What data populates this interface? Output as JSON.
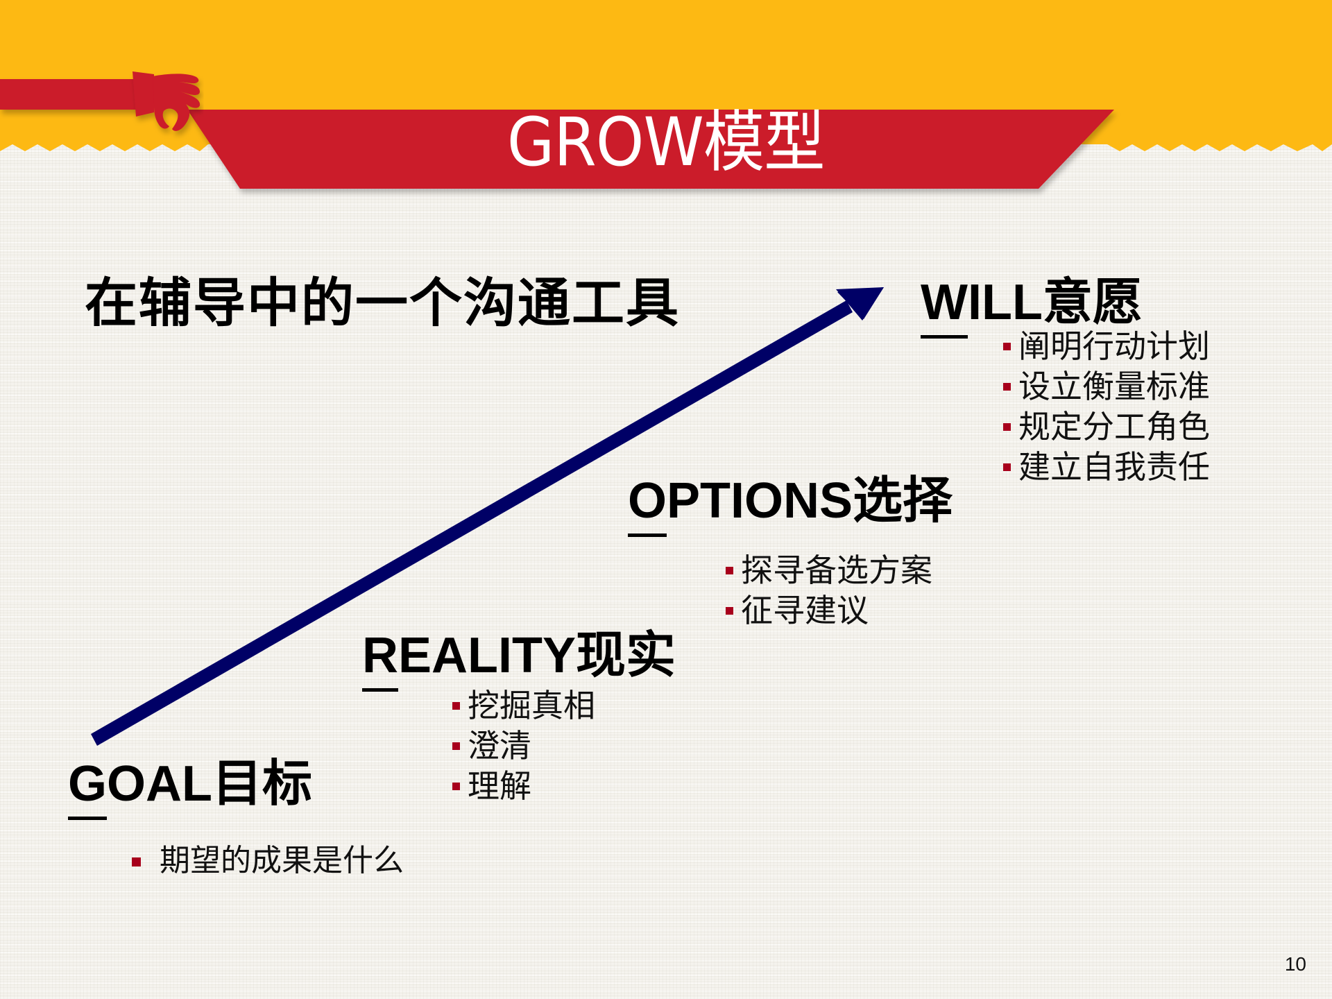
{
  "slide": {
    "title": "GROW模型",
    "subtitle": "在辅导中的一个沟通工具",
    "page_number": "10",
    "colors": {
      "header_yellow": "#FDB913",
      "ribbon_red": "#CB1A2C",
      "arrow_navy": "#000066",
      "bullet_red": "#A8001C",
      "background": "#F5F3EE"
    },
    "decorations": {
      "hand_icon": "red-hand-holding-ribbon",
      "arrow_icon": "diagonal-up-right-arrow"
    },
    "stages": {
      "goal": {
        "letter": "G",
        "rest": "OAL目标",
        "label": "GOAL目标",
        "bullets": [
          "期望的成果是什么"
        ]
      },
      "reality": {
        "letter": "R",
        "rest": "EALITY现实",
        "label": "REALITY现实",
        "bullets": [
          "挖掘真相",
          "澄清",
          "理解"
        ]
      },
      "options": {
        "letter": "O",
        "rest": "PTIONS选择",
        "label": "OPTIONS选择",
        "bullets": [
          "探寻备选方案",
          "征寻建议"
        ]
      },
      "will": {
        "letter": "W",
        "rest": "ILL意愿",
        "label": "WILL意愿",
        "bullets": [
          "阐明行动计划",
          "设立衡量标准",
          "规定分工角色",
          "建立自我责任"
        ]
      }
    }
  }
}
